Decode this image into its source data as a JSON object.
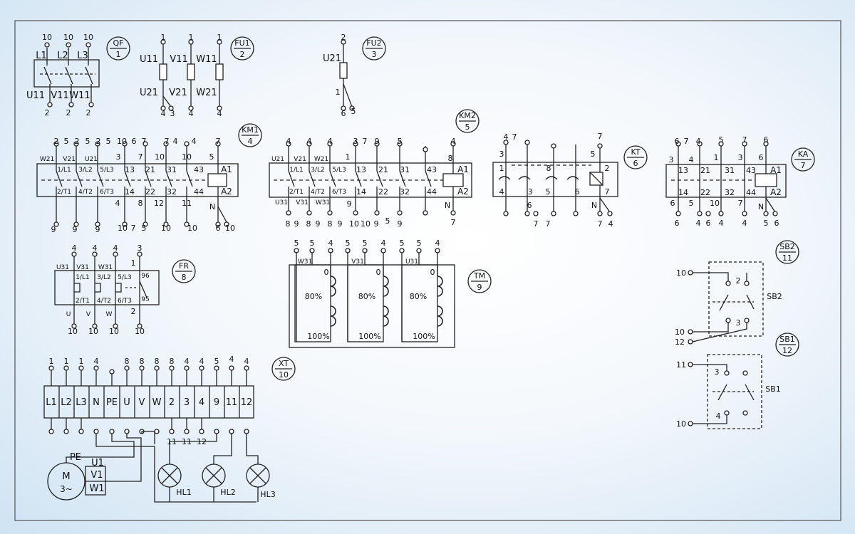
{
  "tags": {
    "qf": {
      "top": "QF",
      "bottom": "1"
    },
    "fu1": {
      "top": "FU1",
      "bottom": "2"
    },
    "fu2": {
      "top": "FU2",
      "bottom": "3"
    },
    "km1": {
      "top": "KM1",
      "bottom": "4"
    },
    "km2": {
      "top": "KM2",
      "bottom": "5"
    },
    "kt": {
      "top": "KT",
      "bottom": "6"
    },
    "ka": {
      "top": "KA",
      "bottom": "7"
    },
    "fr": {
      "top": "FR",
      "bottom": "8"
    },
    "tm": {
      "top": "TM",
      "bottom": "9"
    },
    "xt": {
      "top": "XT",
      "bottom": "10"
    },
    "sb2": {
      "top": "SB2",
      "bottom": "11"
    },
    "sb1": {
      "top": "SB1",
      "bottom": "12"
    }
  },
  "qf": {
    "top_numbers": [
      "10",
      "10",
      "10"
    ],
    "poles": [
      "L1",
      "L2",
      "L3"
    ],
    "outputs": [
      "U11",
      "V11",
      "W11"
    ],
    "bottom_numbers": [
      "2",
      "2",
      "2"
    ]
  },
  "fu1": {
    "top_numbers": [
      "1",
      "1",
      "1"
    ],
    "inputs": [
      "U11",
      "V11",
      "W11"
    ],
    "outputs": [
      "U21",
      "V21",
      "W21"
    ],
    "bottom_numbers": [
      "4",
      "3",
      "4",
      "4"
    ]
  },
  "fu2": {
    "top_number": "2",
    "input": "U21",
    "side": "1",
    "bottom_numbers": [
      "6",
      "5"
    ]
  },
  "km1": {
    "top_numbers": [
      "2",
      "5",
      "2",
      "5",
      "2",
      "5",
      "10",
      "6",
      "7",
      "7",
      "4",
      "4",
      "7"
    ],
    "wire_labels": [
      "W21",
      "V21",
      "U21"
    ],
    "terminals_top": [
      "1/L1",
      "3/L2",
      "5/L3"
    ],
    "terminals_bottom": [
      "2/T1",
      "4/T2",
      "6/T3"
    ],
    "aux_top": [
      "3",
      "7",
      "13",
      "21",
      "10",
      "31",
      "10",
      "43",
      "5"
    ],
    "aux_bottom": [
      "14",
      "22",
      "32",
      "44"
    ],
    "coil": [
      "A1",
      "A2"
    ],
    "mid_labels": [
      "4",
      "8",
      "12",
      "11",
      "N"
    ],
    "bottom_numbers": [
      "9",
      "9",
      "9",
      "10",
      "7",
      "5",
      "10",
      "10",
      "6",
      "10"
    ]
  },
  "km2": {
    "top_numbers": [
      "4",
      "4",
      "4",
      "3",
      "7",
      "9",
      "5",
      "4",
      "8"
    ],
    "wire_labels": [
      "U21",
      "V21",
      "W21",
      "1"
    ],
    "terminals_top": [
      "1/L1",
      "3/L2",
      "5/L3"
    ],
    "terminals_bottom": [
      "2/T1",
      "4/T2",
      "6/T3"
    ],
    "wire_labels_bottom": [
      "U31",
      "V31",
      "W31"
    ],
    "aux_top": [
      "13",
      "21",
      "31",
      "43"
    ],
    "aux_bottom": [
      "14",
      "22",
      "32",
      "44"
    ],
    "coil": [
      "A1",
      "A2"
    ],
    "mid_labels": [
      "9",
      "10",
      "N"
    ],
    "bottom_numbers": [
      "8",
      "9",
      "8",
      "9",
      "8",
      "9",
      "10",
      "9",
      "5",
      "9",
      "7"
    ]
  },
  "kt": {
    "labels": [
      "4",
      "7",
      "3",
      "1",
      "8",
      "5",
      "2",
      "4",
      "3",
      "5",
      "6",
      "7",
      "6",
      "N"
    ],
    "top_number": "7",
    "bottom_numbers": [
      "7",
      "7",
      "7",
      "4"
    ]
  },
  "ka": {
    "top_numbers": [
      "6",
      "7",
      "4",
      "5",
      "7",
      "6"
    ],
    "labels": [
      "3",
      "4",
      "1",
      "3",
      "6",
      "13",
      "21",
      "31",
      "43",
      "A1",
      "14",
      "22",
      "10",
      "32",
      "44",
      "A2",
      "6",
      "5",
      "7",
      "N"
    ],
    "bottom_numbers": [
      "6",
      "4",
      "6",
      "4",
      "4",
      "5",
      "6"
    ]
  },
  "fr": {
    "top_numbers": [
      "4",
      "4",
      "4",
      "3"
    ],
    "wire_labels": [
      "U31",
      "V31",
      "W31"
    ],
    "terminals_top": [
      "1/L1",
      "3/L2",
      "5/L3"
    ],
    "terminals_bottom": [
      "2/T1",
      "4/T2",
      "6/T3"
    ],
    "contacts": [
      "1",
      "96",
      "95",
      "2"
    ],
    "outputs": [
      "U",
      "V",
      "W"
    ],
    "bottom_numbers": [
      "10",
      "10",
      "10",
      "10"
    ]
  },
  "tm": {
    "top_numbers": [
      "5",
      "5",
      "4",
      "5",
      "5",
      "4",
      "5",
      "5",
      "4"
    ],
    "phases": [
      "W31",
      "V31",
      "U31"
    ],
    "zero": "0",
    "tap": "80%",
    "full": "100%"
  },
  "xt": {
    "top_numbers": [
      "1",
      "1",
      "1",
      "4",
      "",
      "8",
      "8",
      "8",
      "8",
      "4",
      "4",
      "5",
      "4",
      "4"
    ],
    "terminals": [
      "L1",
      "L2",
      "L3",
      "N",
      "PE",
      "U",
      "V",
      "W",
      "2",
      "3",
      "4",
      "9",
      "11",
      "12"
    ],
    "bottom_numbers": [
      "11",
      "11",
      "12"
    ]
  },
  "motor": {
    "pe": "PE",
    "windings": [
      "U1",
      "V1",
      "W1"
    ],
    "line1": "M",
    "line2": "3~"
  },
  "lamps": [
    "HL1",
    "HL2",
    "HL3"
  ],
  "sb2": {
    "left": [
      "10",
      "10",
      "12"
    ],
    "contacts": [
      "2",
      "3"
    ],
    "label": "SB2"
  },
  "sb1": {
    "left": [
      "11",
      "10"
    ],
    "contacts": [
      "3",
      "4"
    ],
    "label": "SB1"
  }
}
